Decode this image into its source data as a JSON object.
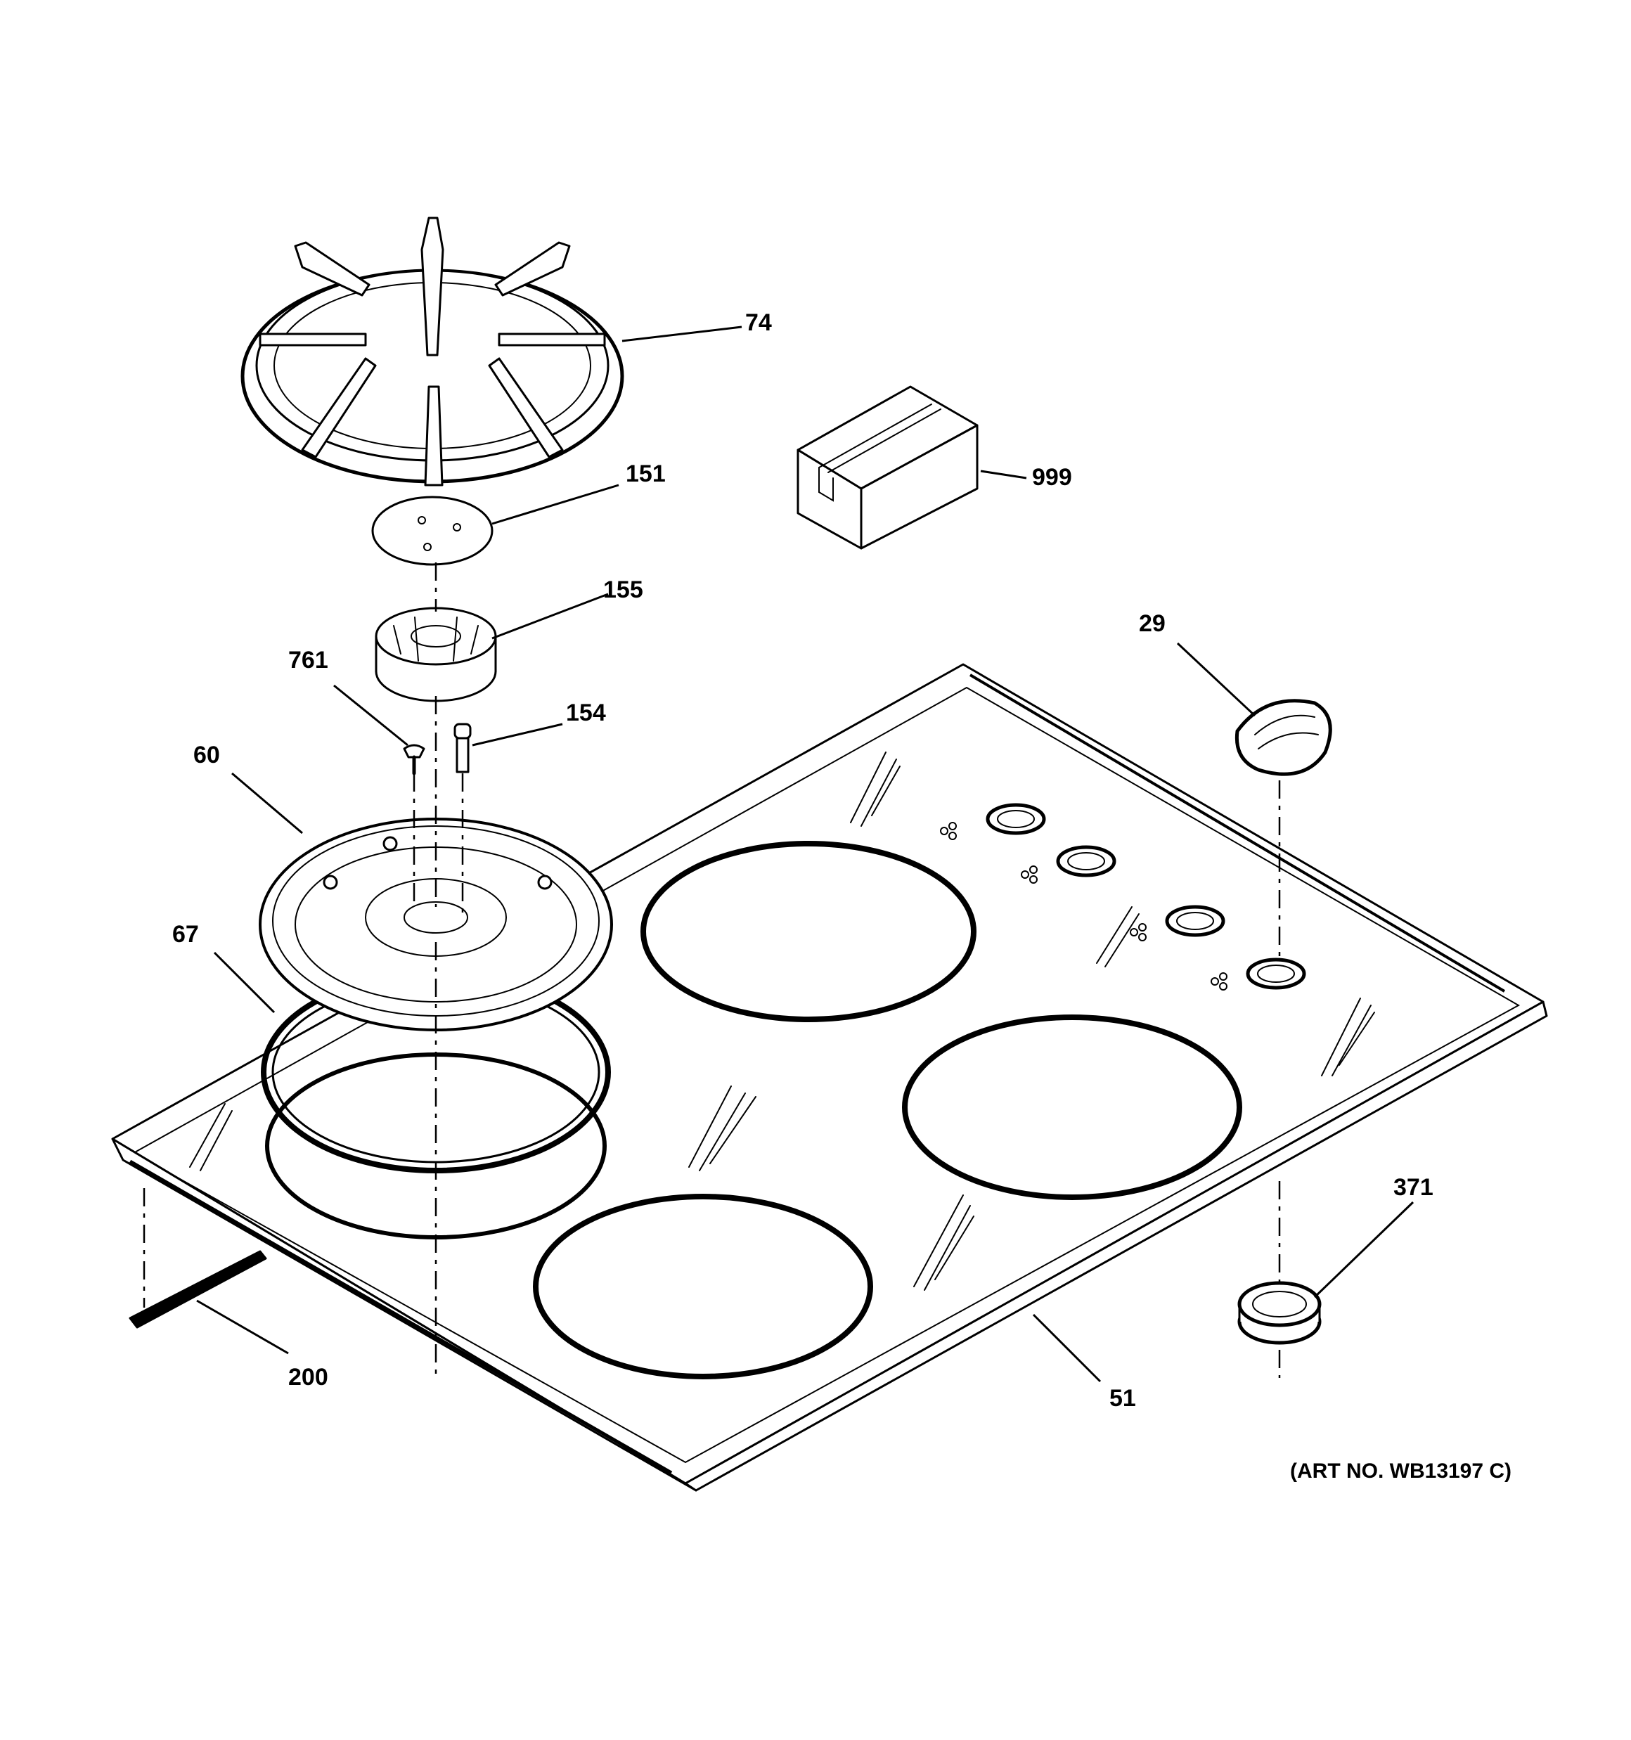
{
  "diagram": {
    "art_number": "(ART NO. WB13197 C)",
    "callouts": [
      {
        "id": "74",
        "text": "74"
      },
      {
        "id": "999",
        "text": "999"
      },
      {
        "id": "151",
        "text": "151"
      },
      {
        "id": "155",
        "text": "155"
      },
      {
        "id": "29",
        "text": "29"
      },
      {
        "id": "761",
        "text": "761"
      },
      {
        "id": "154",
        "text": "154"
      },
      {
        "id": "60",
        "text": "60"
      },
      {
        "id": "67",
        "text": "67"
      },
      {
        "id": "371",
        "text": "371"
      },
      {
        "id": "200",
        "text": "200"
      },
      {
        "id": "51",
        "text": "51"
      }
    ]
  }
}
